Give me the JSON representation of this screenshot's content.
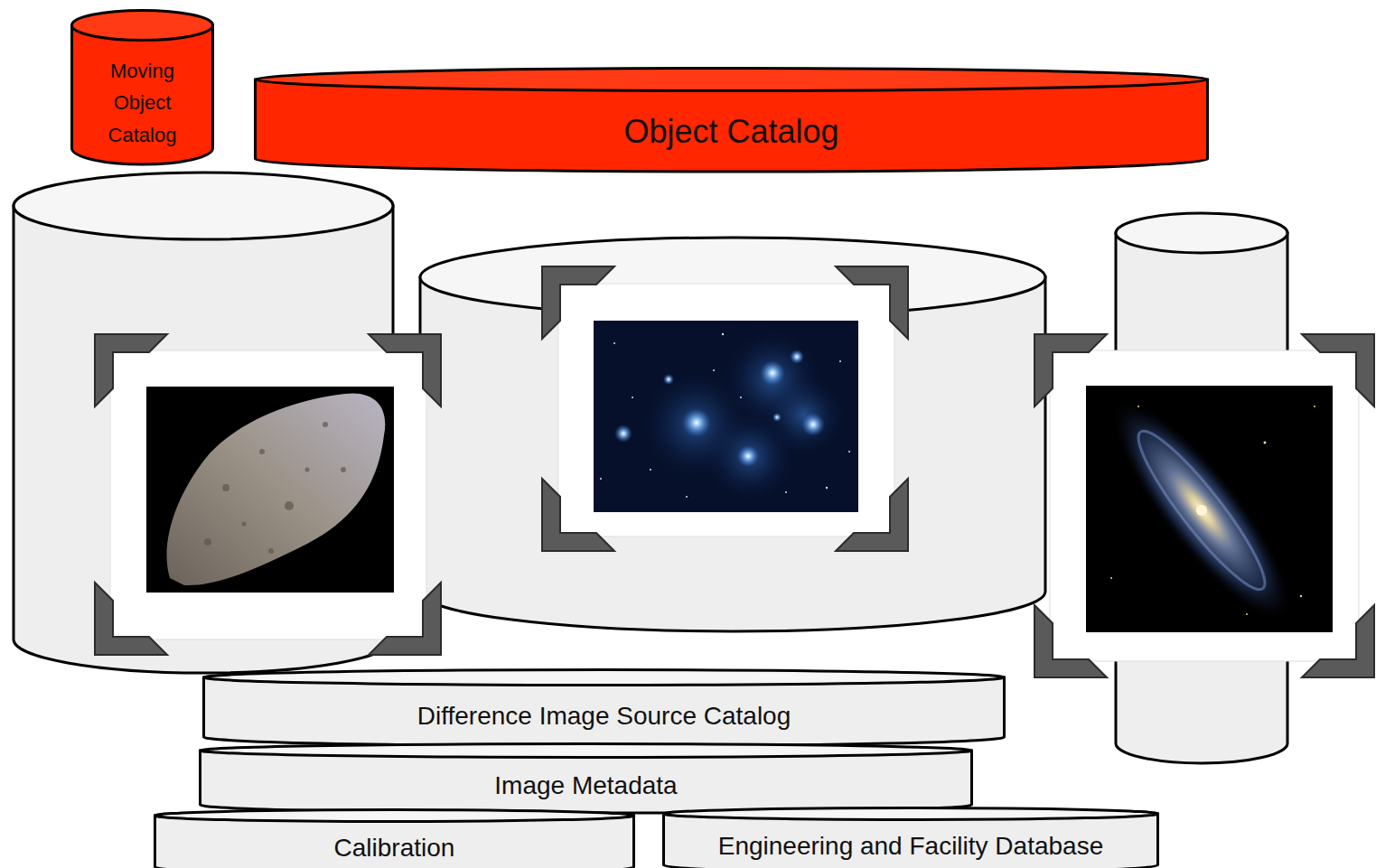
{
  "diagram": {
    "nodes": [
      {
        "text": [
          "Moving Object Catalog"
        ]
      },
      {
        "text": [
          "Object Catalog"
        ]
      },
      {
        "text": [
          "Difference Image Source Catalog"
        ]
      },
      {
        "text": [
          "Image Metadata"
        ]
      },
      {
        "text": [
          "Calibration"
        ]
      },
      {
        "text": [
          "Engineering and Facility Database"
        ]
      }
    ]
  }
}
